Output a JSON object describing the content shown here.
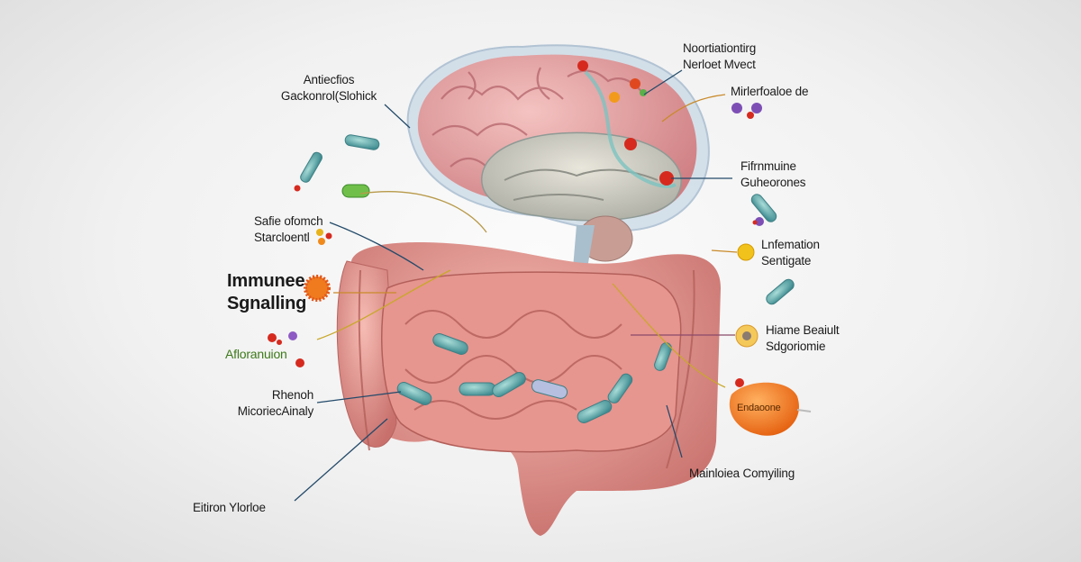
{
  "labels": {
    "top_left": [
      "Antiecfios",
      "Gackonrol(Slohick"
    ],
    "top_right": [
      "Noortiationtirg",
      "Nerloet Mvect"
    ],
    "right_1": "Mirlerfoaloe de",
    "right_2": [
      "Fifrnmuine",
      "Guheorones"
    ],
    "right_3": [
      "Lnfemation",
      "Sentigate"
    ],
    "right_4": [
      "Hiame Beaiult",
      "Sdgoriomie"
    ],
    "blob": "Endaoone",
    "bottom_right": "Mainloiea Comyiling",
    "left_1": [
      "Safie ofomch",
      "Starcloentl"
    ],
    "left_2": [
      "Immunee",
      "Sgnalling"
    ],
    "left_3": "Afloranuion",
    "left_4": [
      "Rhenoh",
      "MicoriecAinaly"
    ],
    "bottom_left": "Eitiron Ylorloe"
  },
  "colors": {
    "intestine": "#e49a93",
    "brain": "#e8a5a6",
    "bacteria": "#6fb3b3",
    "accent_orange": "#f07a1e"
  }
}
